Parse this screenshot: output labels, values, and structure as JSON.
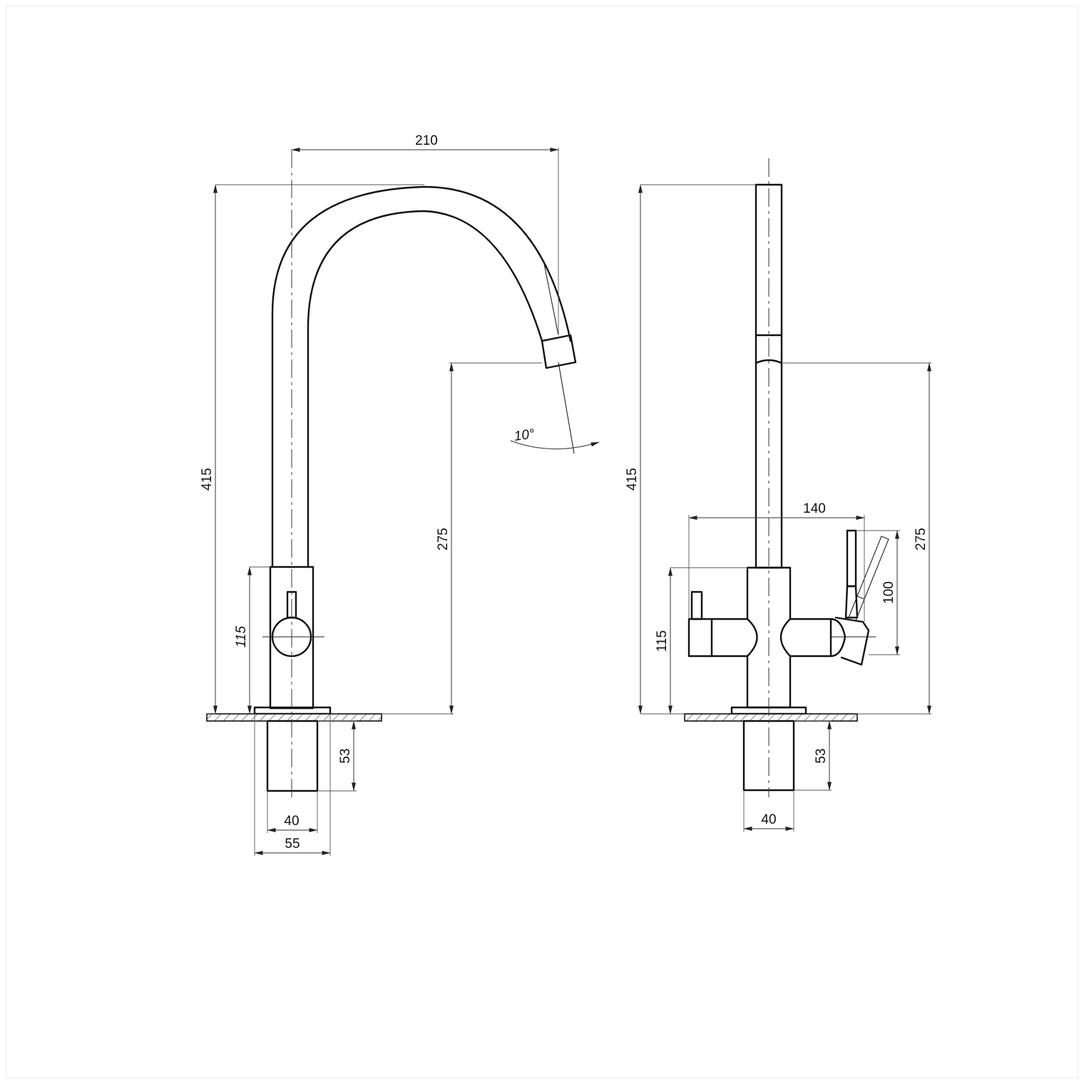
{
  "drawing": {
    "front_view": {
      "overall_height": "415",
      "spout_reach": "210",
      "spout_outlet_height": "275",
      "handle_body_height": "115",
      "spout_angle": "10°",
      "below_deck_length": "53",
      "shank_diameter": "40",
      "base_diameter": "55"
    },
    "side_view": {
      "overall_height": "415",
      "outlet_height": "275",
      "body_width": "140",
      "lever_height": "100",
      "body_height": "115",
      "below_deck_length": "53",
      "shank_diameter": "40"
    }
  }
}
